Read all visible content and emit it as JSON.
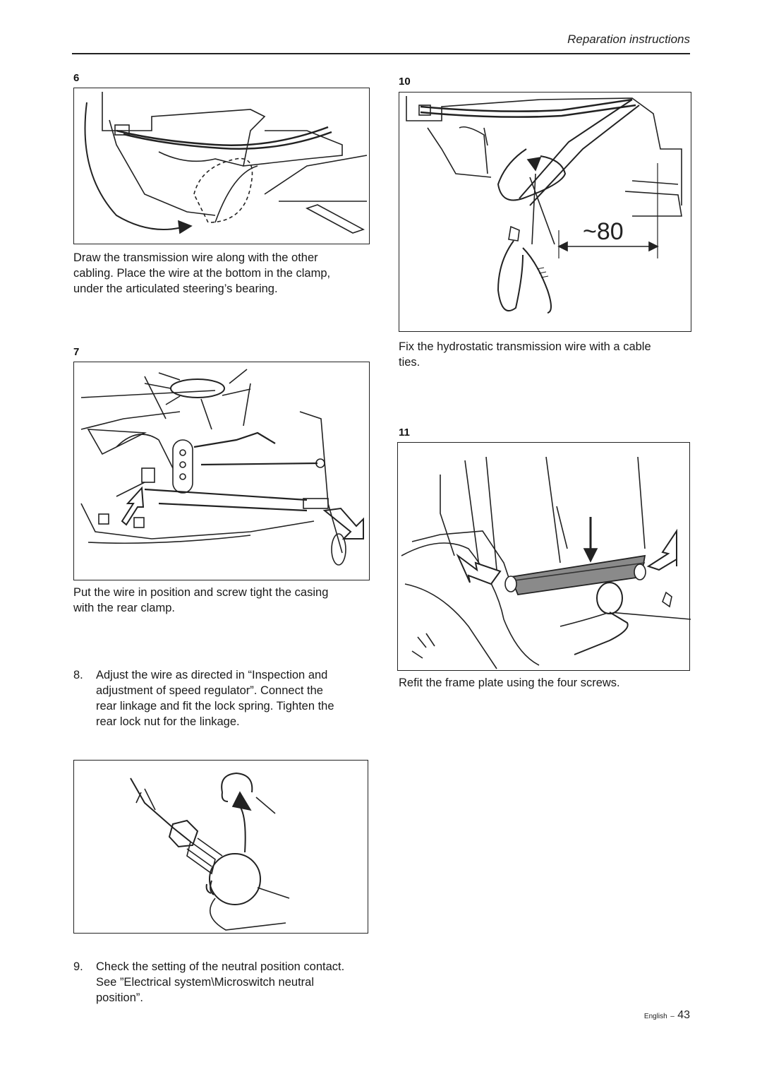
{
  "header": {
    "title": "Reparation instructions"
  },
  "figures": {
    "fig6": {
      "number": "6",
      "caption": "Draw the transmission wire along with the other\ncabling. Place the wire at the bottom in the clamp,\nunder the articulated steering’s bearing."
    },
    "fig7": {
      "number": "7",
      "caption": "Put the wire in position and screw tight the casing\nwith the rear clamp."
    },
    "fig10": {
      "number": "10",
      "dimension": "~80",
      "caption": "Fix the hydrostatic transmission wire with a cable\nties."
    },
    "fig11": {
      "number": "11",
      "caption": "Refit the frame plate using the four screws."
    }
  },
  "steps": [
    {
      "number": "8.",
      "text": "Adjust the wire as directed in “Inspection and\nadjustment of speed regulator”. Connect the\nrear linkage and fit the lock spring. Tighten the\nrear lock nut for the linkage."
    },
    {
      "number": "9.",
      "text": "Check the setting of the neutral position contact.\nSee ”Electrical system\\Microswitch neutral\nposition”."
    }
  ],
  "footer": {
    "language": "English",
    "separator": "–",
    "page": "43"
  }
}
